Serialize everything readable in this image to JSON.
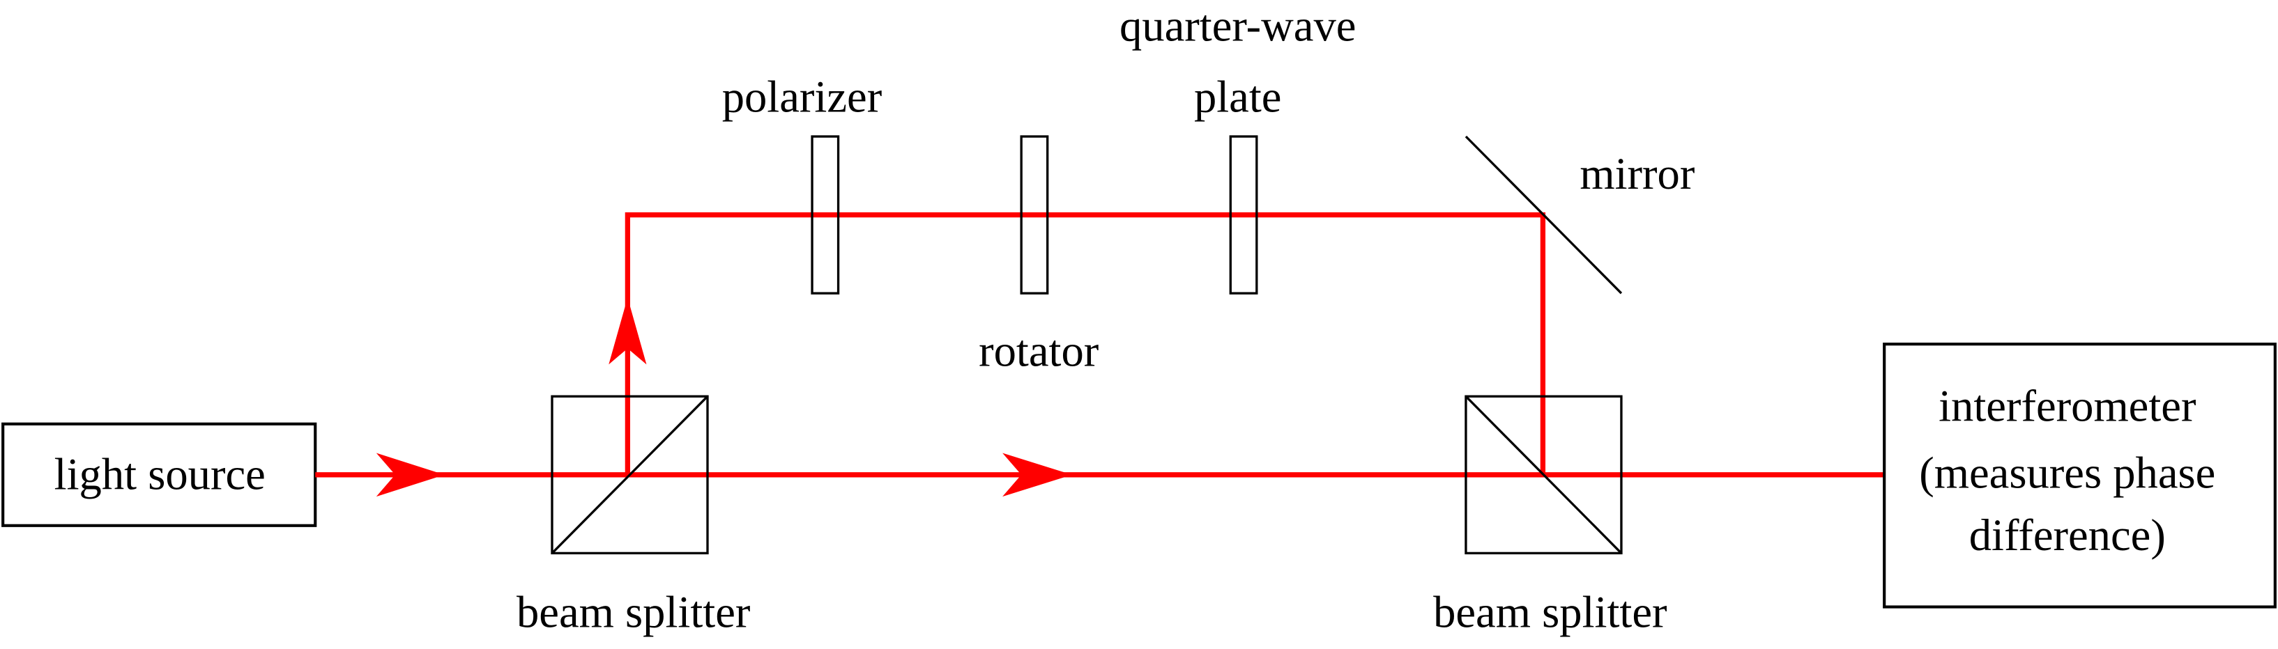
{
  "diagram": {
    "title": "Optical setup with beam splitters",
    "components": {
      "light_source": "light source",
      "beam_splitter_1": "beam splitter",
      "beam_splitter_2": "beam splitter",
      "polarizer": "polarizer",
      "rotator": "rotator",
      "quarter_wave_line1": "quarter-wave",
      "quarter_wave_line2": "plate",
      "mirror": "mirror",
      "interferometer_line1": "interferometer",
      "interferometer_line2": "(measures phase",
      "interferometer_line3": "difference)"
    },
    "colors": {
      "beam": "#ff0000",
      "outline": "#000000"
    }
  }
}
